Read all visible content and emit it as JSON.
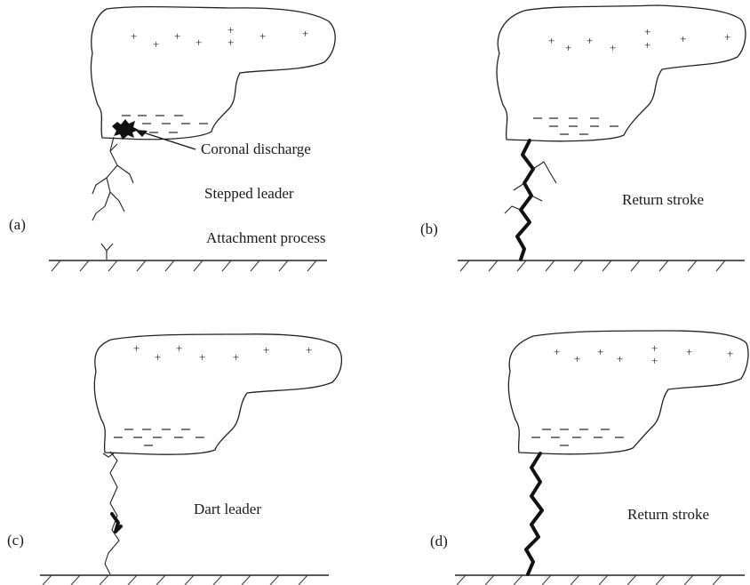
{
  "panels": {
    "a": {
      "tag": "(a)",
      "labels": {
        "corona": "Coronal discharge",
        "stepped": "Stepped leader",
        "attachment": "Attachment process"
      }
    },
    "b": {
      "tag": "(b)",
      "labels": {
        "stroke": "Return stroke"
      }
    },
    "c": {
      "tag": "(c)",
      "labels": {
        "dart": "Dart leader"
      }
    },
    "d": {
      "tag": "(d)",
      "labels": {
        "stroke": "Return stroke"
      }
    }
  },
  "symbols": {
    "positive": "+",
    "negative": "–"
  }
}
